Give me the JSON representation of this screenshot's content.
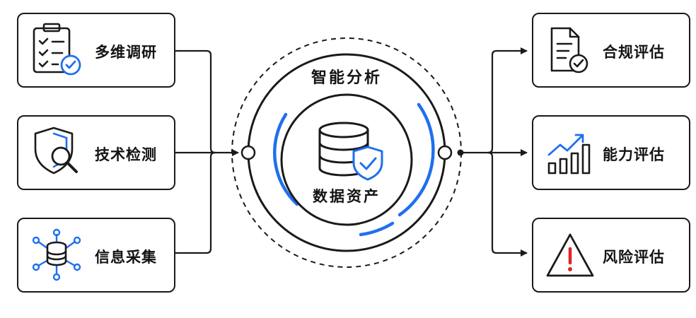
{
  "inputs": [
    {
      "label": "多维调研",
      "icon": "clipboard-checklist-icon"
    },
    {
      "label": "技术检测",
      "icon": "shield-magnifier-icon"
    },
    {
      "label": "信息采集",
      "icon": "database-network-icon"
    }
  ],
  "center": {
    "ring_title": "智能分析",
    "core_label": "数据资产",
    "icon": "database-shield-icon"
  },
  "outputs": [
    {
      "label": "合规评估",
      "icon": "document-check-icon"
    },
    {
      "label": "能力评估",
      "icon": "growth-chart-icon"
    },
    {
      "label": "风险评估",
      "icon": "warning-triangle-icon"
    }
  ],
  "colors": {
    "ink": "#1a1a1a",
    "accent": "#1f6fef",
    "alert": "#e02424"
  }
}
